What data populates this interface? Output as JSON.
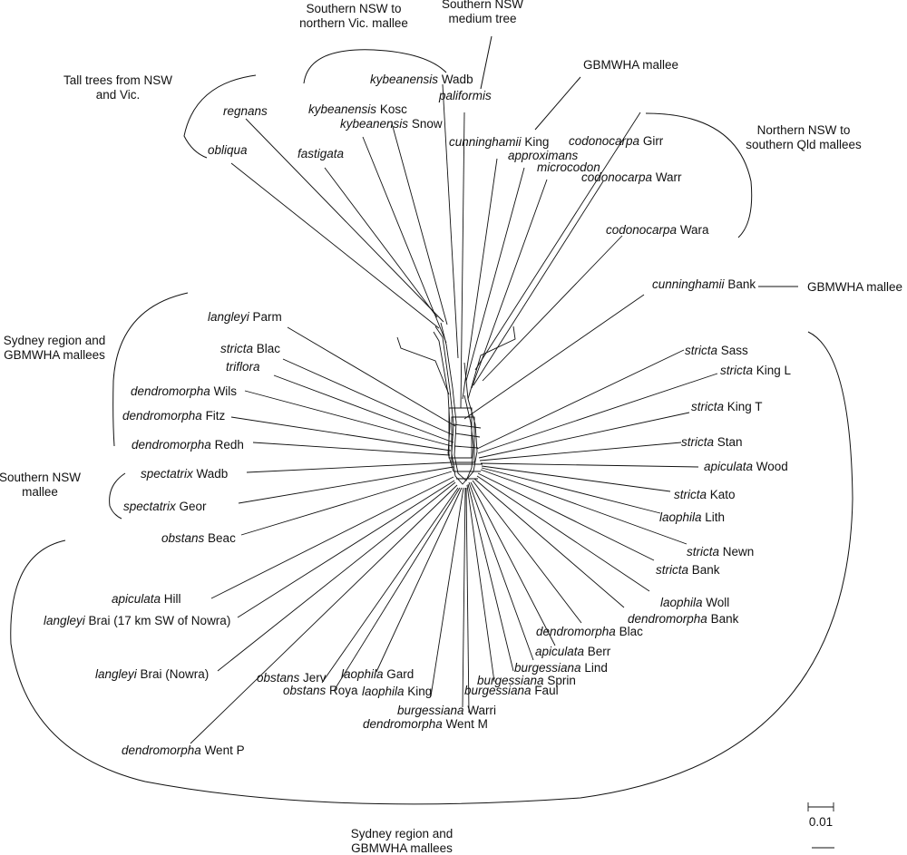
{
  "taxa": [
    {
      "species": "regnans",
      "site": ""
    },
    {
      "species": "obliqua",
      "site": ""
    },
    {
      "species": "fastigata",
      "site": ""
    },
    {
      "species": "kybeanensis",
      "site": "Wadb"
    },
    {
      "species": "kybeanensis",
      "site": "Kosc"
    },
    {
      "species": "kybeanensis",
      "site": "Snow"
    },
    {
      "species": "paliformis",
      "site": ""
    },
    {
      "species": "cunninghamii",
      "site": "King"
    },
    {
      "species": "approximans",
      "site": ""
    },
    {
      "species": "microcodon",
      "site": ""
    },
    {
      "species": "codonocarpa",
      "site": "Girr"
    },
    {
      "species": "codonocarpa",
      "site": "Warr"
    },
    {
      "species": "codonocarpa",
      "site": "Wara"
    },
    {
      "species": "cunninghamii",
      "site": "Bank"
    },
    {
      "species": "langleyi",
      "site": "Parm"
    },
    {
      "species": "stricta",
      "site": "Blac"
    },
    {
      "species": "triflora",
      "site": ""
    },
    {
      "species": "dendromorpha",
      "site": "Wils"
    },
    {
      "species": "dendromorpha",
      "site": "Fitz"
    },
    {
      "species": "dendromorpha",
      "site": "Redh"
    },
    {
      "species": "spectatrix",
      "site": "Wadb"
    },
    {
      "species": "spectatrix",
      "site": "Geor"
    },
    {
      "species": "obstans",
      "site": "Beac"
    },
    {
      "species": "apiculata",
      "site": "Hill"
    },
    {
      "species": "langleyi",
      "site": "Brai (17 km SW of Nowra)"
    },
    {
      "species": "langleyi",
      "site": "Brai (Nowra)"
    },
    {
      "species": "dendromorpha",
      "site": "Went P"
    },
    {
      "species": "obstans",
      "site": "Jerv"
    },
    {
      "species": "obstans",
      "site": "Roya"
    },
    {
      "species": "laophila",
      "site": "Gard"
    },
    {
      "species": "laophila",
      "site": "King"
    },
    {
      "species": "burgessiana",
      "site": "Warri"
    },
    {
      "species": "dendromorpha",
      "site": "Went M"
    },
    {
      "species": "burgessiana",
      "site": "Faul"
    },
    {
      "species": "burgessiana",
      "site": "Sprin"
    },
    {
      "species": "burgessiana",
      "site": "Lind"
    },
    {
      "species": "apiculata",
      "site": "Berr"
    },
    {
      "species": "dendromorpha",
      "site": "Blac"
    },
    {
      "species": "dendromorpha",
      "site": "Bank"
    },
    {
      "species": "laophila",
      "site": "Woll"
    },
    {
      "species": "stricta",
      "site": "Bank"
    },
    {
      "species": "stricta",
      "site": "Newn"
    },
    {
      "species": "laophila",
      "site": "Lith"
    },
    {
      "species": "stricta",
      "site": "Kato"
    },
    {
      "species": "apiculata",
      "site": "Wood"
    },
    {
      "species": "stricta",
      "site": "Stan"
    },
    {
      "species": "stricta",
      "site": "King T"
    },
    {
      "species": "stricta",
      "site": "King L"
    },
    {
      "species": "stricta",
      "site": "Sass"
    }
  ],
  "groups": [
    {
      "lines": [
        "Southern NSW to",
        "northern Vic. mallee"
      ]
    },
    {
      "lines": [
        "Southern NSW",
        "medium tree"
      ]
    },
    {
      "lines": [
        "Tall trees from NSW",
        "and Vic."
      ]
    },
    {
      "lines": [
        "GBMWHA mallee"
      ]
    },
    {
      "lines": [
        "Northern NSW to",
        "southern Qld mallees"
      ]
    },
    {
      "lines": [
        "GBMWHA mallee"
      ]
    },
    {
      "lines": [
        "Sydney region and",
        "GBMWHA mallees"
      ]
    },
    {
      "lines": [
        "Southern NSW",
        "mallee"
      ]
    },
    {
      "lines": [
        "Sydney region and",
        "GBMWHA mallees"
      ]
    }
  ],
  "scale_bar": {
    "label": "0.01"
  }
}
